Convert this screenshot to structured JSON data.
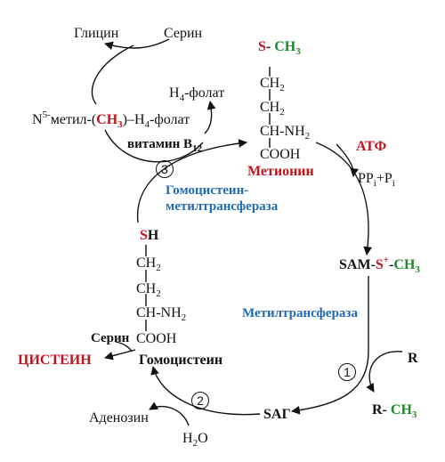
{
  "folate_cycle": {
    "glycine": "Глицин",
    "serine": "Серин",
    "h4_folate_prefix": "H",
    "h4_folate_sub": "4",
    "h4_folate_suffix": "-фолат",
    "n5_prefix": "N",
    "n5_sup": "5-",
    "n5_text": "метил-(",
    "methyl": "CH",
    "methyl_sub": "3",
    "n5_close": ")",
    "n5_suffix": "–H",
    "n5_suffix_sub": "4",
    "n5_suffix_end": "-фолат",
    "vitamin": "витамин B",
    "vitamin_sub": "12"
  },
  "methionine": {
    "s": "S",
    "dash": "-",
    "ch3": "CH",
    "ch3_sub": "3",
    "ch2_a": "CH",
    "ch2_a_sub": "2",
    "ch2_b": "CH",
    "ch2_b_sub": "2",
    "chnh2": "CH-NH",
    "chnh2_sub": "2",
    "cooh": "COOH",
    "label": "Метионин"
  },
  "atp": {
    "label": "АТФ",
    "products": "PP",
    "products_sub_i": "i",
    "products_plus": "+P",
    "products_sub_i2": "i"
  },
  "sam": {
    "label": "SAM-",
    "s": "S",
    "plus": "+",
    "dash": "-",
    "ch3": "CH",
    "ch3_sub": "3"
  },
  "enzymes": {
    "methyltransferase": "Метилтрансфераза",
    "homocysteine_mt_line1": "Гомоцистеин-",
    "homocysteine_mt_line2": "метилтрансфераза"
  },
  "acceptor": {
    "r": "R",
    "r_ch3": "R-",
    "ch3": "CH",
    "ch3_sub": "3"
  },
  "sah": {
    "label": "SAГ"
  },
  "hydrolysis": {
    "adenosine": "Аденозин",
    "water": "H",
    "water_sub": "2",
    "water_end": "O"
  },
  "homocysteine": {
    "s": "S",
    "h": "H",
    "ch2_a": "CH",
    "ch2_a_sub": "2",
    "ch2_b": "CH",
    "ch2_b_sub": "2",
    "chnh2": "CH-NH",
    "chnh2_sub": "2",
    "cooh": "COOH",
    "label": "Гомоцистеин"
  },
  "cysteine_branch": {
    "serine": "Серин",
    "cysteine": "ЦИСТЕИН"
  },
  "steps": [
    "1",
    "2",
    "3"
  ],
  "colors": {
    "red": "#c0141e",
    "green": "#1d8a25",
    "blue": "#1f6bb3",
    "black": "#111111"
  }
}
